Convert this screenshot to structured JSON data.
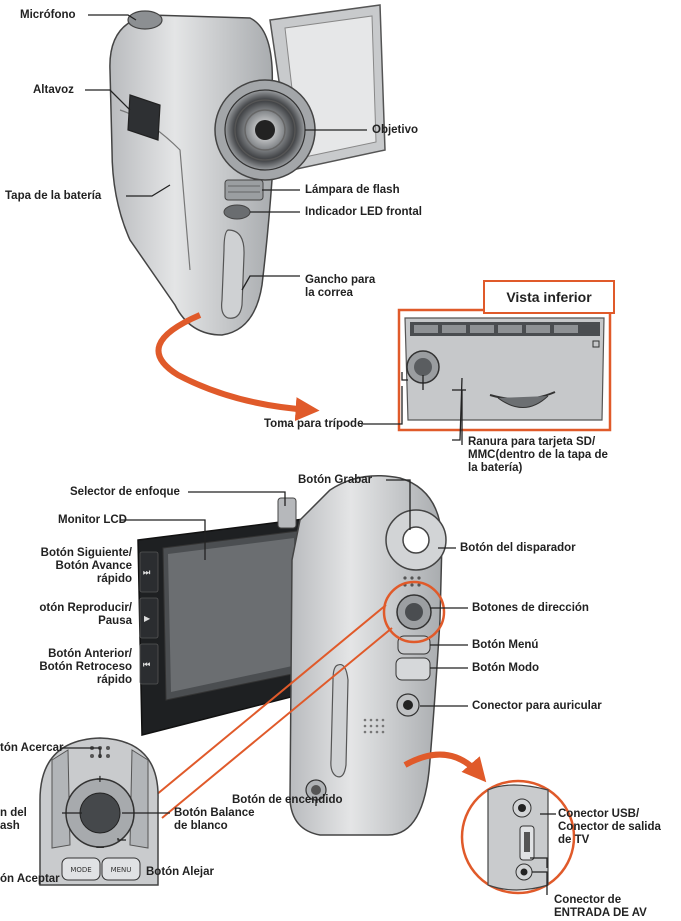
{
  "labels": {
    "microfono": "Micrófono",
    "altavoz": "Altavoz",
    "objetivo": "Objetivo",
    "tapa_bateria": "Tapa de la batería",
    "lampara_flash": "Lámpara de flash",
    "indicador_led": "Indicador LED frontal",
    "gancho_correa": "Gancho para\nla correa",
    "vista_inferior": "Vista inferior",
    "toma_tripode": "Toma para trípode",
    "ranura_tarjeta": "Ranura para tarjeta SD/\nMMC(dentro de la tapa de\nla batería)",
    "boton_grabar": "Botón Grabar",
    "selector_enfoque": "Selector de enfoque",
    "monitor_lcd": "Monitor LCD",
    "boton_siguiente": "Botón Siguiente/\nBotón Avance\nrápido",
    "boton_disparador": "Botón del disparador",
    "boton_reproducir": "otón Reproducir/\nPausa",
    "botones_direccion": "Botones de dirección",
    "boton_anterior": "Botón Anterior/\nBotón Retroceso\nrápido",
    "boton_menu": "Botón Menú",
    "boton_modo": "Botón Modo",
    "conector_auricular": "Conector para auricular",
    "boton_acercar": "tón Acercar",
    "boton_flash": "n del\nash",
    "boton_balance": "Botón Balance\nde blanco",
    "boton_encendido": "Botón de encendido",
    "conector_usb": "Conector USB/\nConector de salida\nde TV",
    "boton_aceptar": "ón Aceptar",
    "boton_alejar": "Botón Alejar",
    "conector_entrada": "Conector de\nENTRADA DE AV"
  },
  "icons": {
    "next": "⏭",
    "play": "▶",
    "prev": "⏮"
  },
  "colors": {
    "accent": "#e05a2a",
    "body_gray": "#c9cbcd",
    "dark_gray": "#5a5d60",
    "line": "#222222"
  }
}
